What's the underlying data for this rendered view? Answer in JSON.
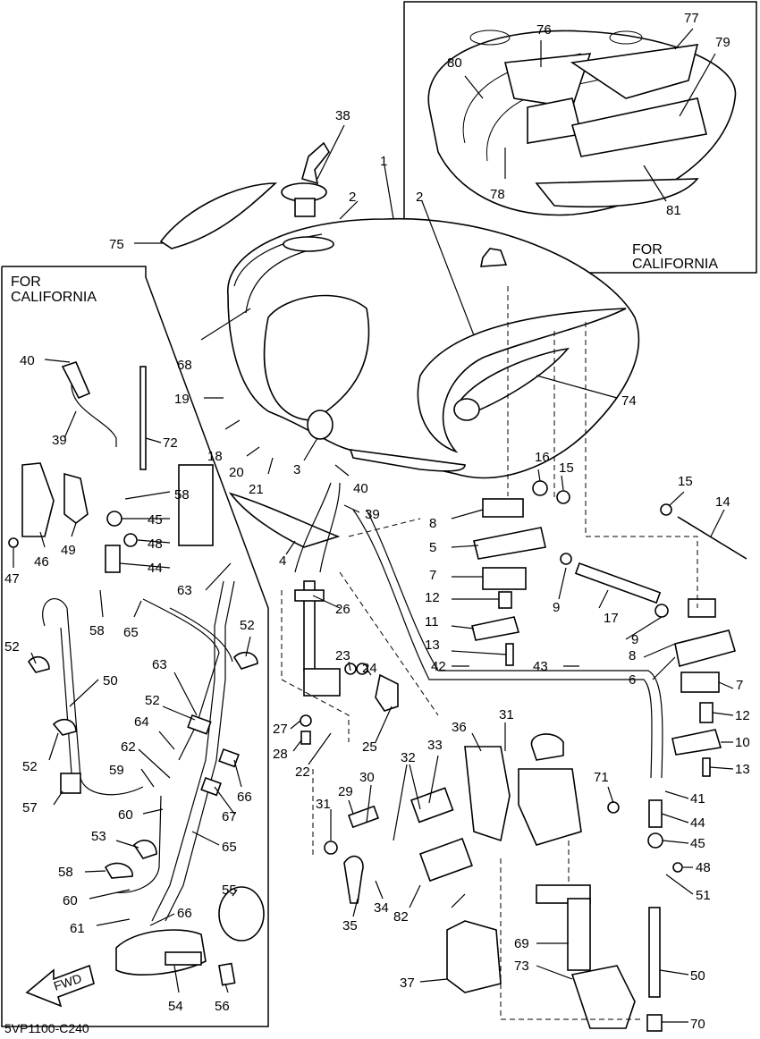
{
  "diagram_code": "5VP1100-C240",
  "california_note_top": [
    "FOR",
    "CALIFORNIA"
  ],
  "california_note_left": [
    "FOR",
    "CALIFORNIA"
  ],
  "fwd_label": "FWD",
  "callouts": [
    "1",
    "2",
    "2",
    "3",
    "4",
    "5",
    "6",
    "7",
    "7",
    "8",
    "8",
    "9",
    "9",
    "10",
    "11",
    "12",
    "12",
    "13",
    "13",
    "14",
    "15",
    "15",
    "16",
    "17",
    "18",
    "19",
    "20",
    "21",
    "22",
    "23",
    "24",
    "25",
    "26",
    "27",
    "28",
    "29",
    "30",
    "31",
    "31",
    "32",
    "33",
    "34",
    "35",
    "36",
    "37",
    "38",
    "39",
    "39",
    "40",
    "40",
    "41",
    "42",
    "43",
    "44",
    "44",
    "45",
    "45",
    "46",
    "47",
    "48",
    "48",
    "49",
    "50",
    "50",
    "51",
    "52",
    "52",
    "52",
    "52",
    "53",
    "54",
    "55",
    "56",
    "57",
    "58",
    "58",
    "58",
    "59",
    "60",
    "60",
    "61",
    "62",
    "63",
    "63",
    "64",
    "65",
    "65",
    "66",
    "66",
    "67",
    "68",
    "69",
    "70",
    "71",
    "72",
    "73",
    "74",
    "75",
    "76",
    "77",
    "78",
    "79",
    "80",
    "81",
    "82"
  ]
}
